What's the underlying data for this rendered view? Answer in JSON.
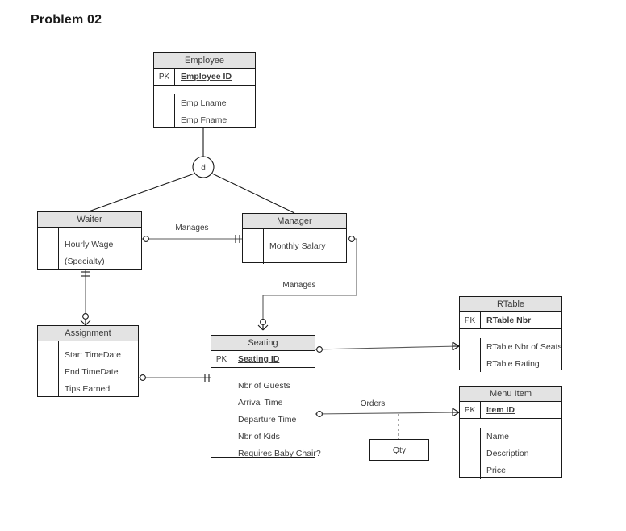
{
  "page": {
    "title": "Problem 02"
  },
  "colors": {
    "line": "#1a1a1a",
    "connector": "#595959",
    "header_fill": "#e3e3e3",
    "text": "#3b3b3b",
    "background": "#ffffff"
  },
  "entities": [
    {
      "name": "Employee",
      "key_label": "PK",
      "pk": "Employee ID",
      "attributes": [
        "Emp Lname",
        "Emp Fname"
      ]
    },
    {
      "name": "Waiter",
      "key_label": "",
      "pk": "",
      "attributes": [
        "Hourly Wage",
        "(Specialty)"
      ]
    },
    {
      "name": "Manager",
      "key_label": "",
      "pk": "",
      "attributes": [
        "Monthly Salary"
      ]
    },
    {
      "name": "Assignment",
      "key_label": "",
      "pk": "",
      "attributes": [
        "Start TimeDate",
        "End TimeDate",
        "Tips Earned"
      ]
    },
    {
      "name": "Seating",
      "key_label": "PK",
      "pk": "Seating ID",
      "attributes": [
        "Nbr of Guests",
        "Arrival Time",
        "Departure Time",
        "Nbr of Kids",
        "Requires Baby Chair?"
      ]
    },
    {
      "name": "RTable",
      "key_label": "PK",
      "pk": "RTable Nbr",
      "attributes": [
        "RTable Nbr of Seats",
        "RTable Rating"
      ]
    },
    {
      "name": "Menu Item",
      "key_label": "PK",
      "pk": "Item ID",
      "attributes": [
        "Name",
        "Description",
        "Price"
      ]
    }
  ],
  "attribute_box": {
    "label": "Qty"
  },
  "specialization": {
    "symbol": "d"
  },
  "relationships": [
    {
      "label": "Manages",
      "from": "Waiter",
      "to": "Manager"
    },
    {
      "label": "Manages",
      "from": "Manager",
      "to": "Seating"
    },
    {
      "label": "Orders",
      "from": "Seating",
      "to": "Menu Item"
    }
  ]
}
